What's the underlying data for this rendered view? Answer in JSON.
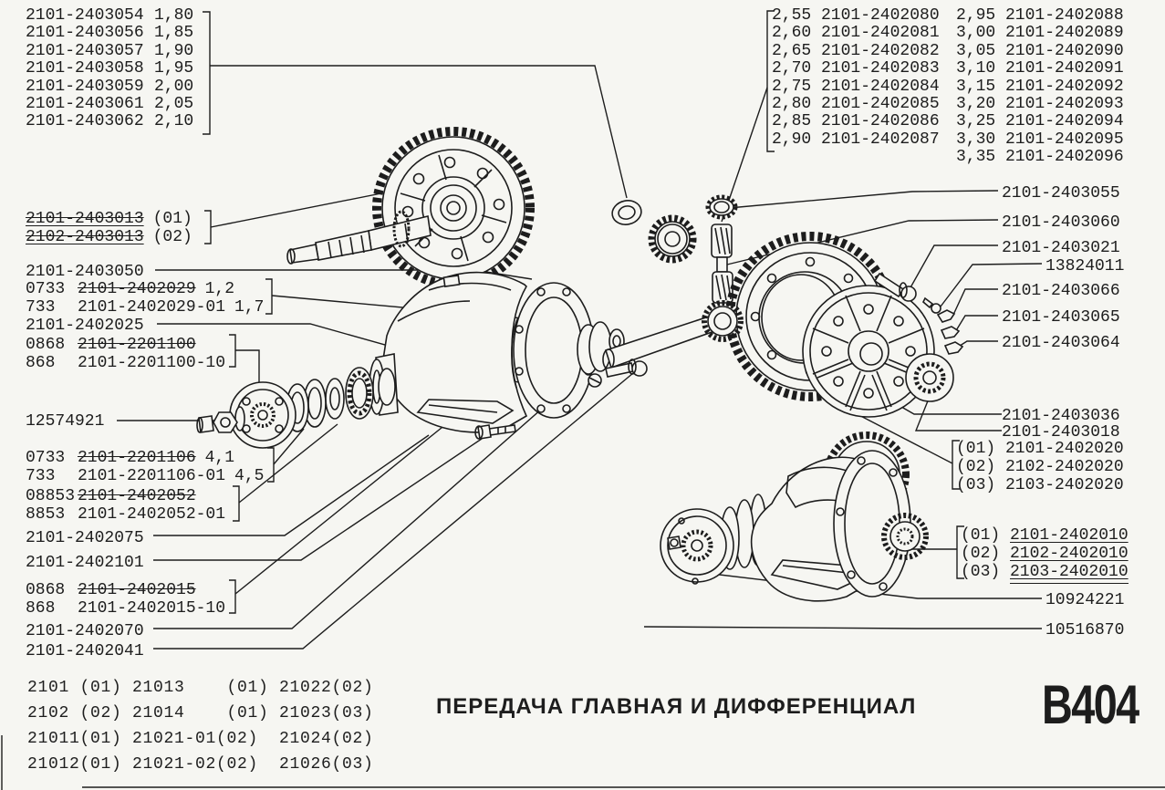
{
  "page": {
    "title": "ПЕРЕДАЧА ГЛАВНАЯ И ДИФФЕРЕНЦИАЛ",
    "code": "B404"
  },
  "colors": {
    "ink": "#1d1d1d",
    "paper": "#f6f6f2"
  },
  "tl_list": {
    "rows": [
      {
        "part": "2101-2403054",
        "value": "1,80"
      },
      {
        "part": "2101-2403056",
        "value": "1,85"
      },
      {
        "part": "2101-2403057",
        "value": "1,90"
      },
      {
        "part": "2101-2403058",
        "value": "1,95"
      },
      {
        "part": "2101-2403059",
        "value": "2,00"
      },
      {
        "part": "2101-2403061",
        "value": "2,05"
      },
      {
        "part": "2101-2403062",
        "value": "2,10"
      }
    ]
  },
  "tr_list": {
    "col1": [
      {
        "v": "2,55",
        "part": "2101-2402080"
      },
      {
        "v": "2,60",
        "part": "2101-2402081"
      },
      {
        "v": "2,65",
        "part": "2101-2402082"
      },
      {
        "v": "2,70",
        "part": "2101-2402083"
      },
      {
        "v": "2,75",
        "part": "2101-2402084"
      },
      {
        "v": "2,80",
        "part": "2101-2402085"
      },
      {
        "v": "2,85",
        "part": "2101-2402086"
      },
      {
        "v": "2,90",
        "part": "2101-2402087"
      }
    ],
    "col2": [
      {
        "v": "2,95",
        "part": "2101-2402088"
      },
      {
        "v": "3,00",
        "part": "2101-2402089"
      },
      {
        "v": "3,05",
        "part": "2101-2402090"
      },
      {
        "v": "3,10",
        "part": "2101-2402091"
      },
      {
        "v": "3,15",
        "part": "2101-2402092"
      },
      {
        "v": "3,20",
        "part": "2101-2402093"
      },
      {
        "v": "3,25",
        "part": "2101-2402094"
      },
      {
        "v": "3,30",
        "part": "2101-2402095"
      },
      {
        "v": "3,35",
        "part": "2101-2402096"
      }
    ]
  },
  "left": {
    "r1": {
      "part": "2101-2403013",
      "note": "(01)"
    },
    "r2": {
      "part": "2102-2403013",
      "note": "(02)"
    },
    "r3": {
      "part": "2101-2403050"
    },
    "r4": {
      "prefix": "0733",
      "part": "2101-2402029",
      "note": "1,2"
    },
    "r5": {
      "prefix": "733",
      "part": "2101-2402029-01",
      "note": "1,7"
    },
    "r6": {
      "part": "2101-2402025"
    },
    "r7": {
      "prefix": "0868",
      "part": "2101-2201100"
    },
    "r8": {
      "prefix": "868",
      "part": "2101-2201100-10"
    },
    "r9": {
      "part": "12574921"
    },
    "r10": {
      "prefix": "0733",
      "part": "2101-2201106",
      "note": "4,1"
    },
    "r11": {
      "prefix": "733",
      "part": "2101-2201106-01",
      "note": "4,5"
    },
    "r12": {
      "prefix": "08853",
      "part": "2101-2402052"
    },
    "r13": {
      "prefix": "8853",
      "part": "2101-2402052-01"
    },
    "r14": {
      "part": "2101-2402075"
    },
    "r15": {
      "part": "2101-2402101"
    },
    "r16": {
      "prefix": "0868",
      "part": "2101-2402015"
    },
    "r17": {
      "prefix": "868",
      "part": "2101-2402015-10"
    },
    "r18": {
      "part": "2101-2402070"
    },
    "r19": {
      "part": "2101-2402041"
    }
  },
  "right": {
    "r1": {
      "part": "2101-2403055"
    },
    "r2": {
      "part": "2101-2403060"
    },
    "r3": {
      "part": "2101-2403021"
    },
    "r4": {
      "part": "13824011"
    },
    "r5": {
      "part": "2101-2403066"
    },
    "r6": {
      "part": "2101-2403065"
    },
    "r7": {
      "part": "2101-2403064"
    },
    "r8": {
      "part": "2101-2403036"
    },
    "r9": {
      "part": "2101-2403018"
    },
    "r10": {
      "note": "(01)",
      "part": "2101-2402020"
    },
    "r11": {
      "note": "(02)",
      "part": "2102-2402020"
    },
    "r12": {
      "note": "(03)",
      "part": "2103-2402020"
    },
    "r13": {
      "note": "(01)",
      "part": "2101-2402010"
    },
    "r14": {
      "note": "(02)",
      "part": "2102-2402010"
    },
    "r15": {
      "note": "(03)",
      "part": "2103-2402010"
    },
    "r16": {
      "part": "10924221"
    },
    "r17": {
      "part": "10516870"
    }
  },
  "usage_table": {
    "rows": [
      "2101 (01) 21013    (01) 21022(02)",
      "2102 (02) 21014    (01) 21023(03)",
      "21011(01) 21021-01(02)  21024(02)",
      "21012(01) 21021-02(02)  21026(03)"
    ]
  }
}
